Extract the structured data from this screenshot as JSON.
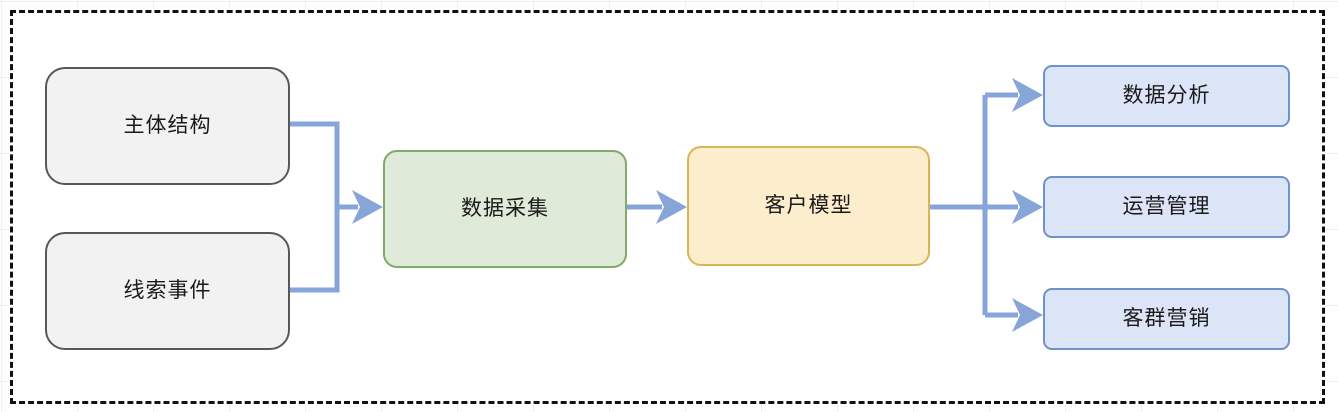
{
  "diagram": {
    "title_visible": false,
    "border_style": "dashed",
    "border_color": "#111111",
    "background": "#ffffff",
    "grid_visible": true,
    "connector_color": "#87a5d9"
  },
  "sources": [
    {
      "id": "subject-structure",
      "label": "主体结构",
      "fill": "#f2f2f2",
      "stroke": "#585858"
    },
    {
      "id": "clue-event",
      "label": "线索事件",
      "fill": "#f2f2f2",
      "stroke": "#585858"
    }
  ],
  "process": {
    "id": "data-collection",
    "label": "数据采集",
    "fill": "#dfead8",
    "stroke": "#82a86a"
  },
  "model": {
    "id": "customer-model",
    "label": "客户模型",
    "fill": "#fceecd",
    "stroke": "#d6b656"
  },
  "outputs": [
    {
      "id": "data-analysis",
      "label": "数据分析",
      "fill": "#dce4f7",
      "stroke": "#6f92c8"
    },
    {
      "id": "operations-management",
      "label": "运营管理",
      "fill": "#dce4f7",
      "stroke": "#6f92c8"
    },
    {
      "id": "customer-group-marketing",
      "label": "客群营销",
      "fill": "#dce4f7",
      "stroke": "#6f92c8"
    }
  ],
  "connectors": [
    {
      "id": "sources-to-process",
      "from": "主体结构 / 线索事件",
      "to": "数据采集",
      "arrow": true
    },
    {
      "id": "process-to-model",
      "from": "数据采集",
      "to": "客户模型",
      "arrow": true
    },
    {
      "id": "model-to-analysis",
      "from": "客户模型",
      "to": "数据分析",
      "arrow": true
    },
    {
      "id": "model-to-operations",
      "from": "客户模型",
      "to": "运营管理",
      "arrow": true
    },
    {
      "id": "model-to-marketing",
      "from": "客户模型",
      "to": "客群营销",
      "arrow": true
    }
  ]
}
